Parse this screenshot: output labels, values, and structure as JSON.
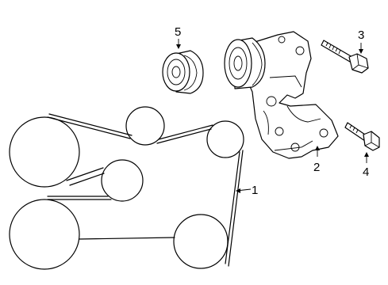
{
  "callouts": {
    "belt": "1",
    "tensioner": "2",
    "upper_bolt": "3",
    "lower_bolt": "4",
    "idler_pulley": "5"
  }
}
